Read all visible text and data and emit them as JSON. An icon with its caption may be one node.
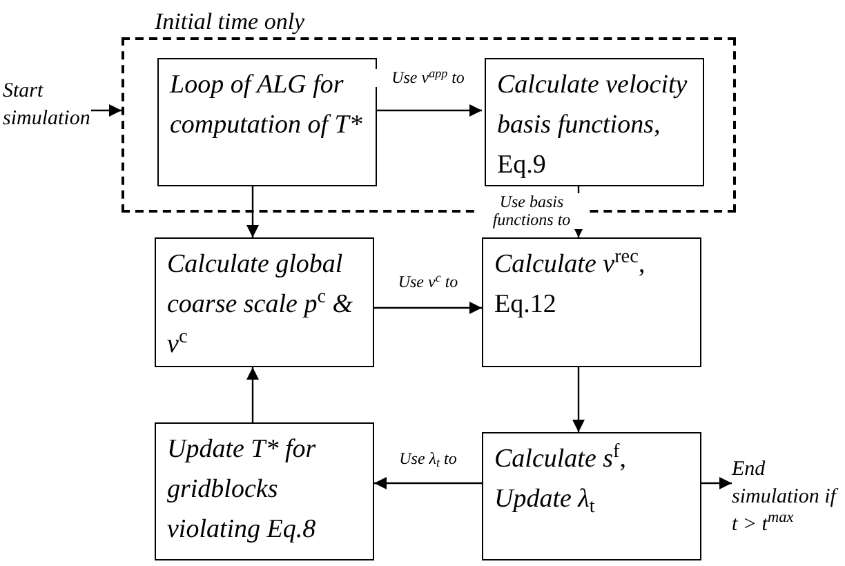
{
  "diagram": {
    "nodes": [
      {
        "text": [
          "Initial time only"
        ]
      },
      {
        "text": [
          "Loop of ALG for computation of T*"
        ],
        "in": 0
      },
      {
        "text": [
          "*Calculate velocity basis functions,* Eq.9"
        ],
        "in": 0
      },
      {
        "text": [
          "Start simulation"
        ]
      },
      {
        "text": [
          "*Calculate global coarse scale p*$^{c}$ *& v*$^{c}$"
        ]
      },
      {
        "text": [
          "*Calculate v*$^{rec}$, Eq.12"
        ]
      },
      {
        "text": [
          "Update T* for gridblocks violating Eq.8"
        ]
      },
      {
        "text": [
          "*Calculate s*$^{f}$, *Update λ*$_{t}$"
        ]
      },
      {
        "text": [
          "End simulation if t > t$^{max}$"
        ]
      }
    ],
    "edges": [
      {
        "from": 3,
        "to": 0,
        "arrow": "to"
      },
      {
        "from": 1,
        "to": 2,
        "arrow": "to",
        "label": "Use v$^{app}$ to"
      },
      {
        "from": 1,
        "to": 4,
        "arrow": "to"
      },
      {
        "from": 2,
        "to": 5,
        "arrow": "to",
        "label": "Use basis functions to"
      },
      {
        "from": 4,
        "to": 5,
        "arrow": "to",
        "label": "Use v$^{c}$ to"
      },
      {
        "from": 5,
        "to": 7,
        "arrow": "to"
      },
      {
        "from": 7,
        "to": 6,
        "arrow": "to",
        "label": "Use λ$_{t}$ to"
      },
      {
        "from": 6,
        "to": 4,
        "arrow": "to"
      },
      {
        "from": 7,
        "to": 8,
        "arrow": "to"
      }
    ]
  }
}
